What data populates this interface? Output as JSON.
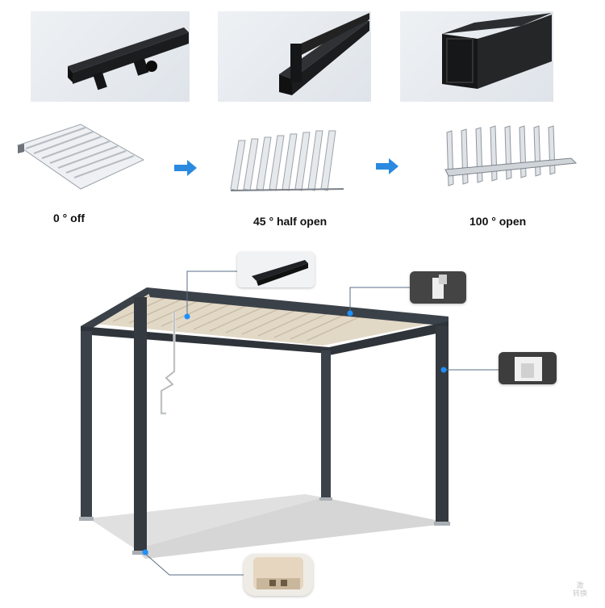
{
  "profiles": [
    {
      "icon": "beam-profile-icon"
    },
    {
      "icon": "gutter-profile-icon"
    },
    {
      "icon": "post-profile-icon"
    }
  ],
  "louver_states": [
    {
      "caption": "0 ° off",
      "icon": "louvers-closed-icon"
    },
    {
      "caption": "45 ° half open",
      "icon": "louvers-half-open-icon"
    },
    {
      "caption": "100 ° open",
      "icon": "louvers-open-icon"
    }
  ],
  "colors": {
    "accent_arrow": "#2a8ae0",
    "frame": "#3b4148",
    "louver": "#e2d8c6",
    "marker": "#1e90ff"
  },
  "watermark": {
    "line1": "激",
    "line2": "转换"
  }
}
